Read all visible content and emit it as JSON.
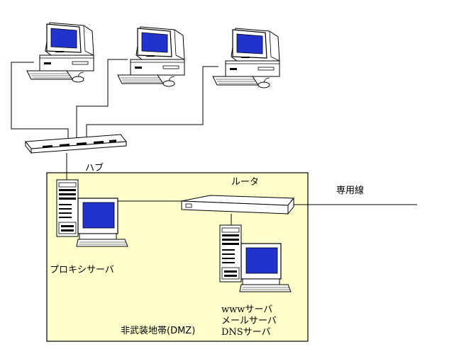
{
  "labels": {
    "hub": "ハブ",
    "router": "ルータ",
    "leased_line": "専用線",
    "proxy_server": "プロキシサーバ",
    "dmz": "非武装地帯(DMZ)",
    "www_server": "wwwサーバ",
    "mail_server": "メールサーバ",
    "dns_server": "DNSサーバ"
  },
  "colors": {
    "dmz_fill": "#ffffcc",
    "screen": "#2233cc",
    "line": "#000000"
  },
  "nodes": {
    "client_pcs": [
      "pc-icon",
      "pc-icon",
      "pc-icon"
    ],
    "hub": "hub-icon",
    "router": "router-icon",
    "proxy": "server-tower-icon",
    "public_server": "server-tower-icon"
  }
}
